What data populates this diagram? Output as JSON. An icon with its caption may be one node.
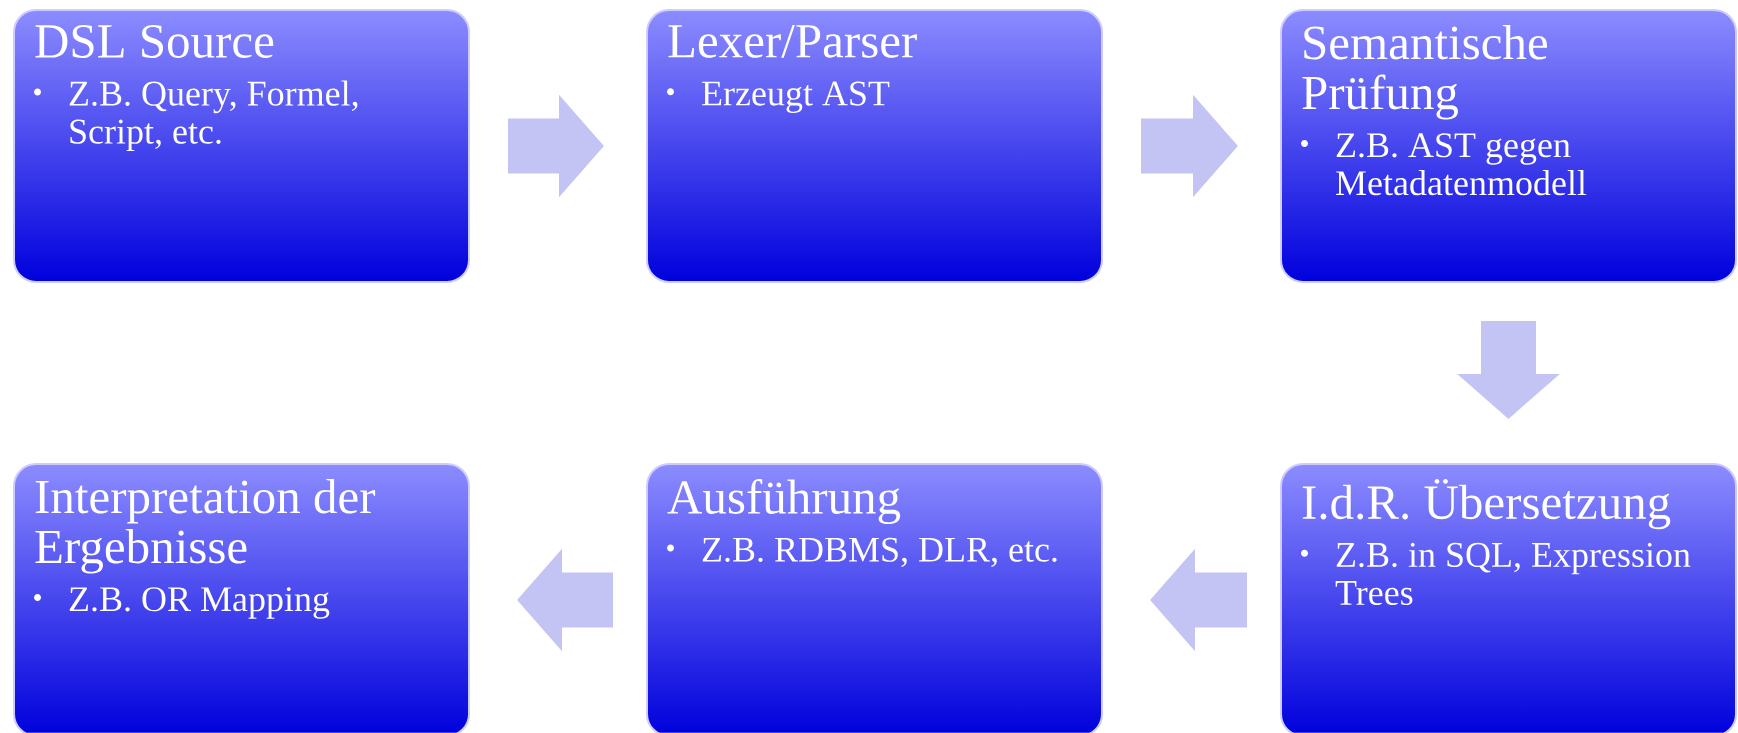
{
  "diagram": {
    "nodes": [
      {
        "text": [
          "DSL Source",
          "Z.B. Query, Formel, Script, etc."
        ]
      },
      {
        "text": [
          "Lexer/Parser",
          "Erzeugt AST"
        ]
      },
      {
        "text": [
          "Semantische Prüfung",
          "Z.B. AST gegen Metadatenmodell"
        ]
      },
      {
        "text": [
          "Interpretation der Ergebnisse",
          "Z.B. OR Mapping"
        ]
      },
      {
        "text": [
          "Ausführung",
          "Z.B. RDBMS, DLR, etc."
        ]
      },
      {
        "text": [
          "I.d.R. Übersetzung",
          "Z.B. in SQL, Expression Trees"
        ]
      }
    ],
    "edges": [
      {
        "from": 0,
        "to": 1,
        "arrow": "to"
      },
      {
        "from": 1,
        "to": 2,
        "arrow": "to"
      },
      {
        "from": 2,
        "to": 5,
        "arrow": "to"
      },
      {
        "from": 5,
        "to": 4,
        "arrow": "to"
      },
      {
        "from": 4,
        "to": 3,
        "arrow": "to"
      }
    ]
  }
}
